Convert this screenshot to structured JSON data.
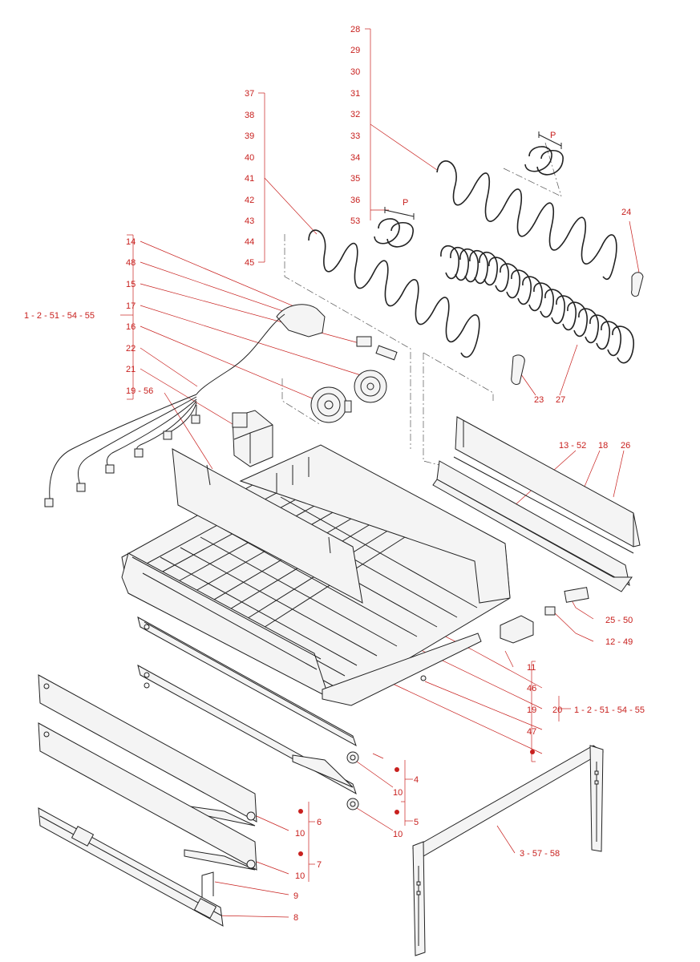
{
  "col_a": [
    "37",
    "38",
    "39",
    "40",
    "41",
    "42",
    "43",
    "44",
    "45"
  ],
  "col_b": [
    "28",
    "29",
    "30",
    "31",
    "32",
    "33",
    "34",
    "35",
    "36",
    "53"
  ],
  "col_c": [
    "14",
    "48",
    "15",
    "17",
    "16",
    "22",
    "21",
    "19 - 56"
  ],
  "labels": {
    "l_1a": "1 - 2 - 51 - 54 - 55",
    "l_1b": "1 - 2 - 51 - 54 - 55",
    "p1": "P",
    "p2": "P",
    "l24": "24",
    "l23": "23",
    "l27": "27",
    "l1352": "13 - 52",
    "l18": "18",
    "l26": "26",
    "l2550": "25 - 50",
    "l1249": "12 - 49",
    "l11": "11",
    "l46": "46",
    "l19": "19",
    "l20": "20",
    "l47": "47",
    "l4": "4",
    "l10a": "10",
    "l5": "5",
    "l10b": "10",
    "l6": "6",
    "l10c": "10",
    "l7": "7",
    "l10d": "10",
    "l9": "9",
    "l8": "8",
    "l35758": "3 - 57 - 58"
  },
  "colors": {
    "label": "#c8201e",
    "line": "#222222"
  }
}
